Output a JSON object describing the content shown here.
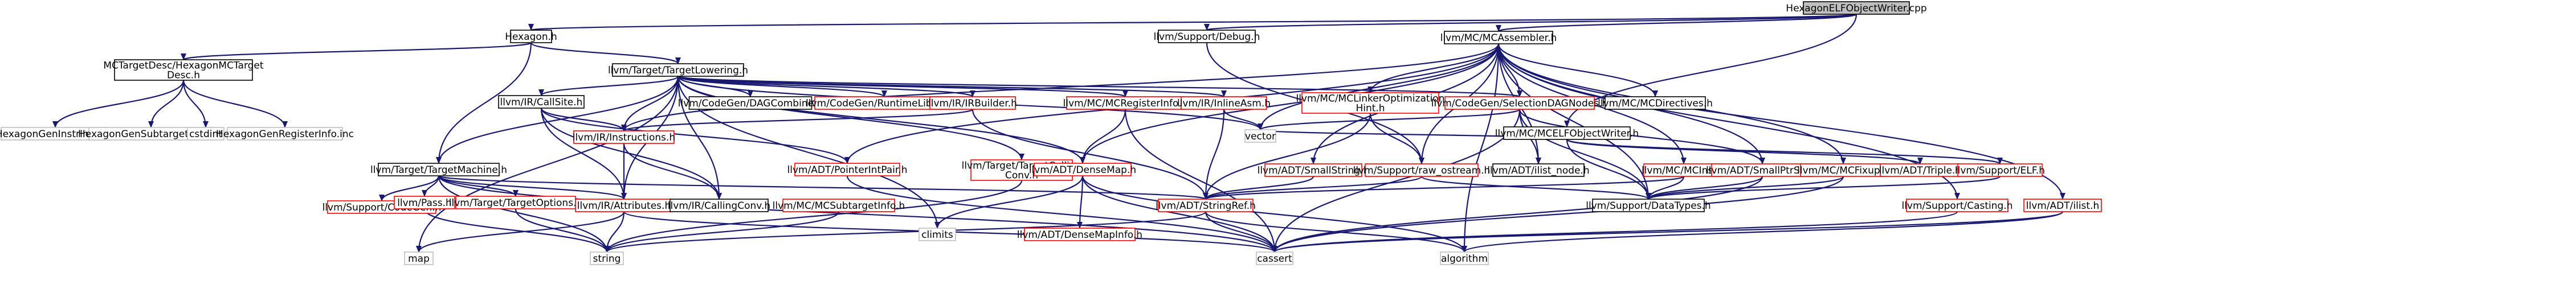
{
  "diagram": {
    "type": "include-dependency-graph",
    "colors": {
      "edge": "#191970",
      "root_fill": "#bfbfbf",
      "truncated_border": "#ff0000",
      "external_border": "#bfbfbf",
      "normal_border": "#000000"
    },
    "nodes": [
      {
        "id": "root",
        "lines": [
          "HexagonELFObjectWriter.cpp"
        ],
        "style": "root"
      },
      {
        "id": "hexagon_h",
        "lines": [
          "Hexagon.h"
        ],
        "style": "normal"
      },
      {
        "id": "support_debug",
        "lines": [
          "llvm/Support/Debug.h"
        ],
        "style": "normal"
      },
      {
        "id": "mc_assembler",
        "lines": [
          "llvm/MC/MCAssembler.h"
        ],
        "style": "normal"
      },
      {
        "id": "mc_elfobjwriter",
        "lines": [
          "llvm/MC/MCELFObjectWriter.h"
        ],
        "style": "normal"
      },
      {
        "id": "mctargetdesc",
        "lines": [
          "MCTargetDesc/HexagonMCTarget",
          "Desc.h"
        ],
        "style": "normal"
      },
      {
        "id": "target_lowering",
        "lines": [
          "llvm/Target/TargetLowering.h"
        ],
        "style": "normal"
      },
      {
        "id": "hexagon_instrinfo_inc",
        "lines": [
          "HexagonGenInstrInfo.inc"
        ],
        "style": "external"
      },
      {
        "id": "hexagon_subtarget_inc",
        "lines": [
          "HexagonGenSubtargetInfo.inc"
        ],
        "style": "external"
      },
      {
        "id": "cstdint",
        "lines": [
          "cstdint"
        ],
        "style": "external"
      },
      {
        "id": "hexagon_register_inc",
        "lines": [
          "HexagonGenRegisterInfo.inc"
        ],
        "style": "external"
      },
      {
        "id": "ir_callsite",
        "lines": [
          "llvm/IR/CallSite.h"
        ],
        "style": "normal"
      },
      {
        "id": "codegen_dagcombine",
        "lines": [
          "llvm/CodeGen/DAGCombine.h"
        ],
        "style": "normal"
      },
      {
        "id": "codegen_runtimelibcalls",
        "lines": [
          "llvm/CodeGen/RuntimeLibcalls.h"
        ],
        "style": "truncated"
      },
      {
        "id": "ir_irbuilder",
        "lines": [
          "llvm/IR/IRBuilder.h"
        ],
        "style": "truncated"
      },
      {
        "id": "mc_registerinfo",
        "lines": [
          "llvm/MC/MCRegisterInfo.h"
        ],
        "style": "truncated"
      },
      {
        "id": "ir_inlineasm",
        "lines": [
          "llvm/IR/InlineAsm.h"
        ],
        "style": "truncated"
      },
      {
        "id": "mc_linkeropt",
        "lines": [
          "llvm/MC/MCLinkerOptimization",
          "Hint.h"
        ],
        "style": "truncated"
      },
      {
        "id": "codegen_seldagnodes",
        "lines": [
          "llvm/CodeGen/SelectionDAGNodes.h"
        ],
        "style": "truncated"
      },
      {
        "id": "mc_mcdirectives",
        "lines": [
          "llvm/MC/MCDirectives.h"
        ],
        "style": "normal"
      },
      {
        "id": "target_machine",
        "lines": [
          "llvm/Target/TargetMachine.h"
        ],
        "style": "normal"
      },
      {
        "id": "ir_instructions",
        "lines": [
          "llvm/IR/Instructions.h"
        ],
        "style": "truncated"
      },
      {
        "id": "adt_pointerintpair",
        "lines": [
          "llvm/ADT/PointerIntPair.h"
        ],
        "style": "truncated"
      },
      {
        "id": "target_callingconv",
        "lines": [
          "llvm/Target/TargetCalling",
          "Conv.h"
        ],
        "style": "truncated"
      },
      {
        "id": "adt_densemap",
        "lines": [
          "llvm/ADT/DenseMap.h"
        ],
        "style": "truncated"
      },
      {
        "id": "vector",
        "lines": [
          "vector"
        ],
        "style": "external"
      },
      {
        "id": "adt_smallstring",
        "lines": [
          "llvm/ADT/SmallString.h"
        ],
        "style": "truncated"
      },
      {
        "id": "support_rawostream",
        "lines": [
          "llvm/Support/raw_ostream.h"
        ],
        "style": "truncated"
      },
      {
        "id": "adt_ilist_node",
        "lines": [
          "llvm/ADT/ilist_node.h"
        ],
        "style": "normal"
      },
      {
        "id": "mc_mcinst",
        "lines": [
          "llvm/MC/MCInst.h"
        ],
        "style": "truncated"
      },
      {
        "id": "adt_smallptrset",
        "lines": [
          "llvm/ADT/SmallPtrSet.h"
        ],
        "style": "truncated"
      },
      {
        "id": "mc_mcfixup",
        "lines": [
          "llvm/MC/MCFixup.h"
        ],
        "style": "truncated"
      },
      {
        "id": "adt_triple",
        "lines": [
          "llvm/ADT/Triple.h"
        ],
        "style": "truncated"
      },
      {
        "id": "support_elf",
        "lines": [
          "llvm/Support/ELF.h"
        ],
        "style": "truncated"
      },
      {
        "id": "support_codegen",
        "lines": [
          "llvm/Support/CodeGen.h"
        ],
        "style": "truncated"
      },
      {
        "id": "ir_pass",
        "lines": [
          "llvm/Pass.h"
        ],
        "style": "truncated"
      },
      {
        "id": "target_targetoptions",
        "lines": [
          "llvm/Target/TargetOptions.h"
        ],
        "style": "truncated"
      },
      {
        "id": "ir_attributes",
        "lines": [
          "llvm/IR/Attributes.h"
        ],
        "style": "truncated"
      },
      {
        "id": "ir_callingconv",
        "lines": [
          "llvm/IR/CallingConv.h"
        ],
        "style": "normal"
      },
      {
        "id": "mc_subtargetinfo",
        "lines": [
          "llvm/MC/MCSubtargetInfo.h"
        ],
        "style": "truncated"
      },
      {
        "id": "climits",
        "lines": [
          "climits"
        ],
        "style": "external"
      },
      {
        "id": "adt_densemapinfo",
        "lines": [
          "llvm/ADT/DenseMapInfo.h"
        ],
        "style": "truncated"
      },
      {
        "id": "adt_stringref",
        "lines": [
          "llvm/ADT/StringRef.h"
        ],
        "style": "truncated"
      },
      {
        "id": "support_datatypes",
        "lines": [
          "llvm/Support/DataTypes.h"
        ],
        "style": "normal"
      },
      {
        "id": "support_casting",
        "lines": [
          "llvm/Support/Casting.h"
        ],
        "style": "truncated"
      },
      {
        "id": "adt_ilist",
        "lines": [
          "llvm/ADT/ilist.h"
        ],
        "style": "truncated"
      },
      {
        "id": "map",
        "lines": [
          "map"
        ],
        "style": "external"
      },
      {
        "id": "string",
        "lines": [
          "string"
        ],
        "style": "external"
      },
      {
        "id": "cassert",
        "lines": [
          "cassert"
        ],
        "style": "external"
      },
      {
        "id": "algorithm",
        "lines": [
          "algorithm"
        ],
        "style": "external"
      }
    ],
    "edges": [
      [
        "root",
        "hexagon_h"
      ],
      [
        "root",
        "support_debug"
      ],
      [
        "root",
        "mc_assembler"
      ],
      [
        "root",
        "mc_elfobjwriter"
      ],
      [
        "hexagon_h",
        "mctargetdesc"
      ],
      [
        "hexagon_h",
        "target_lowering"
      ],
      [
        "hexagon_h",
        "target_machine"
      ],
      [
        "mctargetdesc",
        "hexagon_instrinfo_inc"
      ],
      [
        "mctargetdesc",
        "hexagon_subtarget_inc"
      ],
      [
        "mctargetdesc",
        "cstdint"
      ],
      [
        "mctargetdesc",
        "hexagon_register_inc"
      ],
      [
        "target_lowering",
        "ir_callsite"
      ],
      [
        "target_lowering",
        "codegen_dagcombine"
      ],
      [
        "target_lowering",
        "codegen_runtimelibcalls"
      ],
      [
        "target_lowering",
        "ir_irbuilder"
      ],
      [
        "target_lowering",
        "mc_registerinfo"
      ],
      [
        "target_lowering",
        "ir_inlineasm"
      ],
      [
        "target_lowering",
        "codegen_seldagnodes"
      ],
      [
        "target_lowering",
        "target_machine"
      ],
      [
        "target_lowering",
        "ir_instructions"
      ],
      [
        "target_lowering",
        "target_callingconv"
      ],
      [
        "target_lowering",
        "adt_densemap"
      ],
      [
        "target_lowering",
        "ir_attributes"
      ],
      [
        "target_lowering",
        "ir_callingconv"
      ],
      [
        "target_lowering",
        "climits"
      ],
      [
        "target_lowering",
        "map"
      ],
      [
        "target_lowering",
        "vector"
      ],
      [
        "ir_callsite",
        "ir_instructions"
      ],
      [
        "ir_callsite",
        "ir_attributes"
      ],
      [
        "ir_callsite",
        "ir_callingconv"
      ],
      [
        "ir_callsite",
        "adt_pointerintpair"
      ],
      [
        "ir_irbuilder",
        "ir_instructions"
      ],
      [
        "ir_irbuilder",
        "adt_stringref"
      ],
      [
        "mc_registerinfo",
        "adt_densemap"
      ],
      [
        "mc_registerinfo",
        "cassert"
      ],
      [
        "ir_inlineasm",
        "adt_stringref"
      ],
      [
        "ir_inlineasm",
        "vector"
      ],
      [
        "codegen_seldagnodes",
        "adt_ilist_node"
      ],
      [
        "codegen_seldagnodes",
        "adt_smallptrset"
      ],
      [
        "codegen_seldagnodes",
        "support_datatypes"
      ],
      [
        "codegen_seldagnodes",
        "cassert"
      ],
      [
        "codegen_seldagnodes",
        "vector"
      ],
      [
        "target_machine",
        "support_codegen"
      ],
      [
        "target_machine",
        "ir_pass"
      ],
      [
        "target_machine",
        "target_targetoptions"
      ],
      [
        "target_machine",
        "adt_stringref"
      ],
      [
        "target_machine",
        "ir_attributes"
      ],
      [
        "target_machine",
        "string"
      ],
      [
        "target_machine",
        "cassert"
      ],
      [
        "ir_instructions",
        "ir_attributes"
      ],
      [
        "ir_instructions",
        "ir_callingconv"
      ],
      [
        "adt_pointerintpair",
        "cassert"
      ],
      [
        "target_callingconv",
        "string"
      ],
      [
        "adt_densemap",
        "adt_densemapinfo"
      ],
      [
        "adt_densemap",
        "climits"
      ],
      [
        "adt_densemap",
        "cassert"
      ],
      [
        "adt_densemap",
        "algorithm"
      ],
      [
        "ir_attributes",
        "map"
      ],
      [
        "ir_attributes",
        "string"
      ],
      [
        "ir_attributes",
        "cassert"
      ],
      [
        "ir_pass",
        "string"
      ],
      [
        "target_targetoptions",
        "string"
      ],
      [
        "mc_subtargetinfo",
        "string"
      ],
      [
        "adt_stringref",
        "string"
      ],
      [
        "adt_stringref",
        "cassert"
      ],
      [
        "adt_stringref",
        "algorithm"
      ],
      [
        "mc_assembler",
        "mc_mcdirectives"
      ],
      [
        "mc_assembler",
        "mc_linkeropt"
      ],
      [
        "mc_assembler",
        "codegen_seldagnodes"
      ],
      [
        "mc_assembler",
        "adt_ilist_node"
      ],
      [
        "mc_assembler",
        "mc_mcinst"
      ],
      [
        "mc_assembler",
        "adt_smallptrset"
      ],
      [
        "mc_assembler",
        "mc_mcfixup"
      ],
      [
        "mc_assembler",
        "adt_smallstring"
      ],
      [
        "mc_assembler",
        "support_rawostream"
      ],
      [
        "mc_assembler",
        "adt_densemap"
      ],
      [
        "mc_assembler",
        "adt_pointerintpair"
      ],
      [
        "mc_assembler",
        "ir_instructions"
      ],
      [
        "mc_assembler",
        "support_datatypes"
      ],
      [
        "mc_assembler",
        "support_casting"
      ],
      [
        "mc_assembler",
        "adt_ilist"
      ],
      [
        "mc_assembler",
        "algorithm"
      ],
      [
        "mc_assembler",
        "vector"
      ],
      [
        "mc_linkeropt",
        "support_rawostream"
      ],
      [
        "mc_linkeropt",
        "adt_stringref"
      ],
      [
        "adt_smallstring",
        "adt_stringref"
      ],
      [
        "support_rawostream",
        "adt_stringref"
      ],
      [
        "support_rawostream",
        "support_datatypes"
      ],
      [
        "mc_mcinst",
        "adt_stringref"
      ],
      [
        "mc_mcinst",
        "support_datatypes"
      ],
      [
        "adt_smallptrset",
        "support_datatypes"
      ],
      [
        "adt_smallptrset",
        "cassert"
      ],
      [
        "mc_mcfixup",
        "support_datatypes"
      ],
      [
        "mc_mcfixup",
        "cassert"
      ],
      [
        "mc_elfobjwriter",
        "adt_triple"
      ],
      [
        "mc_elfobjwriter",
        "support_elf"
      ],
      [
        "mc_elfobjwriter",
        "support_datatypes"
      ],
      [
        "mc_elfobjwriter",
        "vector"
      ],
      [
        "support_elf",
        "support_datatypes"
      ],
      [
        "support_casting",
        "cassert"
      ],
      [
        "adt_ilist",
        "cassert"
      ],
      [
        "adt_ilist",
        "algorithm"
      ],
      [
        "support_debug",
        "support_rawostream"
      ]
    ]
  }
}
